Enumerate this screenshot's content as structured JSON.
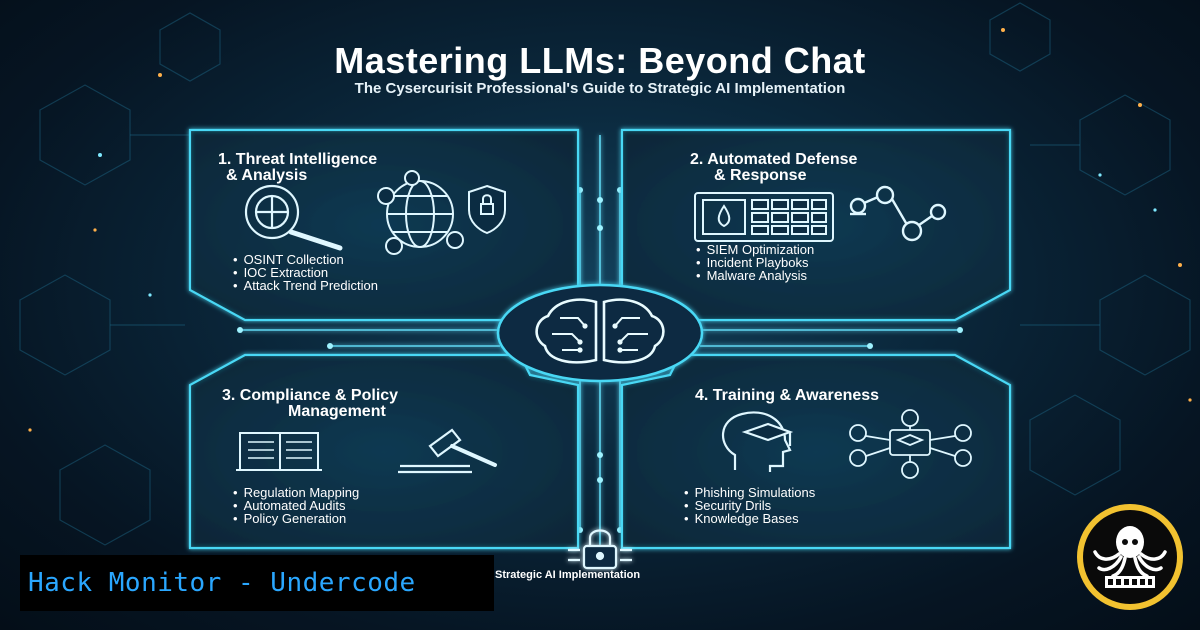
{
  "title": "Mastering LLMs: Beyond Chat",
  "subtitle": "The Cysercurisit Professional's Guide to Strategic AI Implementation",
  "panels": [
    {
      "title_lines": [
        "1. Threat Intelligence",
        "& Analysis"
      ],
      "bullets": [
        "OSINT Collection",
        "IOC Extraction",
        "Attack Trend Prediction"
      ]
    },
    {
      "title_lines": [
        "2. Automated Defense",
        "& Response"
      ],
      "bullets": [
        "SIEM Optimization",
        "Incident Playboks",
        "Malware Analysis"
      ]
    },
    {
      "title_lines": [
        "3. Compliance & Policy",
        "Management"
      ],
      "bullets": [
        "Regulation Mapping",
        "Automated Audits",
        "Policy Generation"
      ]
    },
    {
      "title_lines": [
        "4. Training & Awareness"
      ],
      "bullets": [
        "Phishing Simulations",
        "Security Drils",
        "Knowledge Bases"
      ]
    }
  ],
  "footer": "Strategic AI Implementation",
  "watermark": "Hack Monitor - Undercode",
  "icons": [
    "magnifier-icon",
    "globe-icon",
    "shield-icon",
    "dashboard-icon",
    "robot-arm-icon",
    "brain-icon",
    "book-icon",
    "gavel-icon",
    "head-graduation-icon",
    "network-people-icon",
    "lock-icon",
    "octopus-logo"
  ],
  "colors": {
    "accent": "#3fe0ff",
    "background": "#071826",
    "watermark_text": "#2aa7ff"
  }
}
